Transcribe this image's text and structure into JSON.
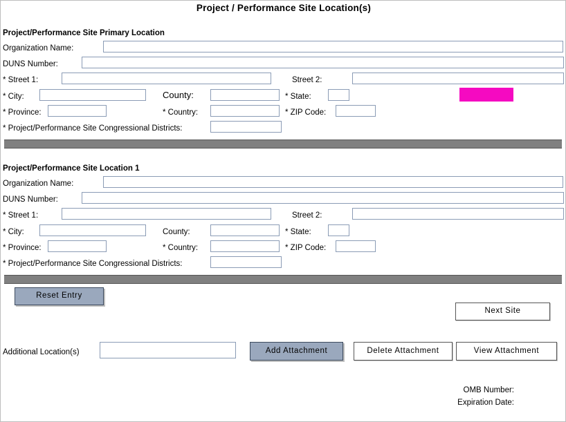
{
  "form": {
    "title": "Project / Performance Site Location(s)"
  },
  "sections": [
    {
      "heading": "Project/Performance Site Primary Location",
      "labels": {
        "organization_name": "Organization Name:",
        "duns_number": "DUNS Number:",
        "street1": "* Street 1:",
        "street2": "Street 2:",
        "city": "* City:",
        "county": "County:",
        "state": "* State:",
        "province": "* Province:",
        "country": "* Country:",
        "zip": "* ZIP Code:",
        "congressional": "* Project/Performance Site Congressional Districts:"
      },
      "values": {
        "organization_name": "",
        "duns_number": "",
        "street1": "",
        "street2": "",
        "city": "",
        "county": "",
        "state": "",
        "province": "",
        "country": "",
        "zip": "",
        "congressional": ""
      }
    },
    {
      "heading": "Project/Performance Site Location 1",
      "labels": {
        "organization_name": "Organization Name:",
        "duns_number": "DUNS Number:",
        "street1": "* Street 1:",
        "street2": "Street 2:",
        "city": "* City:",
        "county": "County:",
        "state": "* State:",
        "province": "* Province:",
        "country": "* Country:",
        "zip": "* ZIP Code:",
        "congressional": "* Project/Performance Site Congressional Districts:"
      },
      "values": {
        "organization_name": "",
        "duns_number": "",
        "street1": "",
        "street2": "",
        "city": "",
        "county": "",
        "state": "",
        "province": "",
        "country": "",
        "zip": "",
        "congressional": ""
      }
    }
  ],
  "buttons": {
    "reset_entry": "Reset Entry",
    "next_site": "Next Site",
    "add_attachment": "Add Attachment",
    "delete_attachment": "Delete Attachment",
    "view_attachment": "View  Attachment"
  },
  "additional": {
    "label": "Additional Location(s)",
    "value": ""
  },
  "footer": {
    "omb_number": "OMB Number:",
    "expiration_date": "Expiration Date:"
  },
  "colors": {
    "highlight": "#f50ac1",
    "field_border": "#8a9bb5",
    "bar": "#808080",
    "button_shaded": "#9aa8bd"
  }
}
